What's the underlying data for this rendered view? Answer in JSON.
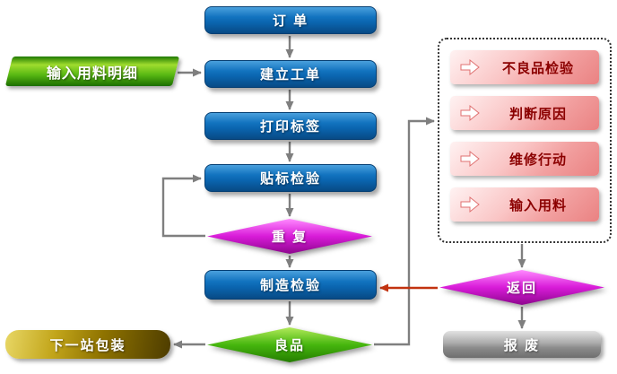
{
  "diagram": {
    "order": "订  单",
    "input_material_detail": "输入用料明细",
    "create_work_order": "建立工单",
    "print_label": "打印标签",
    "label_inspection": "贴标检验",
    "repeat": "重 复",
    "manufacturing_inspection": "制造检验",
    "good_product": "良品",
    "next_station_packaging": "下一站包装",
    "rework": {
      "items": [
        "不良品检验",
        "判断原因",
        "维修行动",
        "输入用料"
      ]
    },
    "return_decision": "返回",
    "scrap": "报 废"
  },
  "colors": {
    "process_box": "#0a64ae",
    "decision_magenta": "#d81bd8",
    "decision_green": "#46b60e",
    "band_green": "#58b813",
    "packaging_gold": "#8f7300",
    "scrap_gray": "#8c8c8c",
    "rework_pink": "#f2a0a0",
    "arrow_gray": "#7f7f7f",
    "arrow_red": "#c23310"
  }
}
